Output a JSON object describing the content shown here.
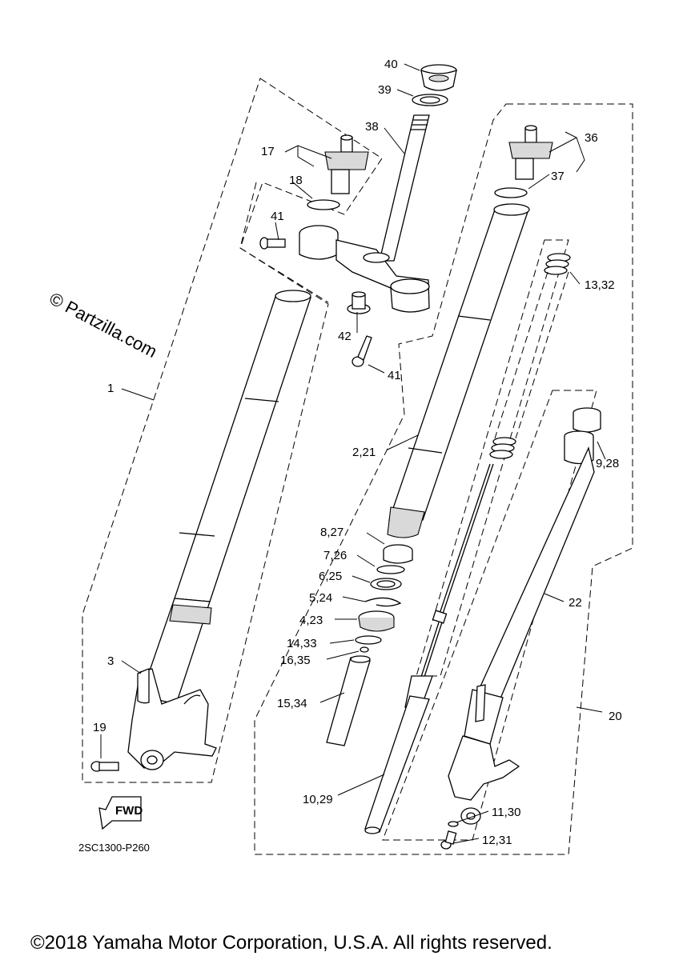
{
  "watermark": "© Partzilla.com",
  "diagram_code": "2SC1300-P260",
  "fwd_label": "FWD",
  "copyright": "©2018 Yamaha Motor Corporation, U.S.A. All rights reserved.",
  "callouts": {
    "c40": "40",
    "c39": "39",
    "c38": "38",
    "c36": "36",
    "c37": "37",
    "c17": "17",
    "c18": "18",
    "c41a": "41",
    "c41b": "41",
    "c42": "42",
    "c13_32": "13,32",
    "c1": "1",
    "c2_21": "2,21",
    "c9_28": "9,28",
    "c8_27": "8,27",
    "c7_26": "7,26",
    "c6_25": "6,25",
    "c5_24": "5,24",
    "c4_23": "4,23",
    "c14_33": "14,33",
    "c16_35": "16,35",
    "c15_34": "15,34",
    "c22": "22",
    "c3": "3",
    "c19": "19",
    "c20": "20",
    "c10_29": "10,29",
    "c11_30": "11,30",
    "c12_31": "12,31"
  }
}
